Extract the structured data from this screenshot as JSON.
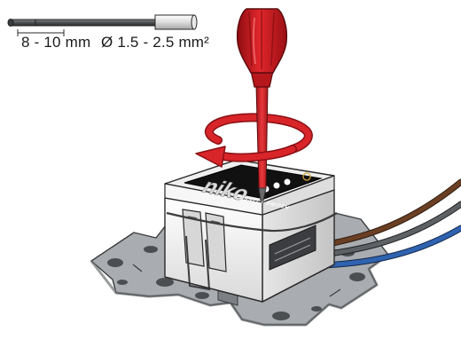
{
  "specs": {
    "strip_length": "8 - 10 mm",
    "wire_diameter": "Ø 1.5 - 2.5 mm²"
  },
  "device": {
    "brand": "niko",
    "model": "CONNECT SWITCH"
  },
  "colors": {
    "screwdriver": "#cf1b1f",
    "rotation_arrow": "#d8252a",
    "wire_brown": "#6b3f23",
    "wire_grey": "#5e6164",
    "wire_blue": "#2f63b0",
    "mount_plate": "#a9acb0",
    "housing_white": "#f4f4f4",
    "top_panel": "#111111"
  },
  "icons": [
    "screwdriver-icon",
    "clockwise-rotation-arrow-icon",
    "cable-icon"
  ]
}
